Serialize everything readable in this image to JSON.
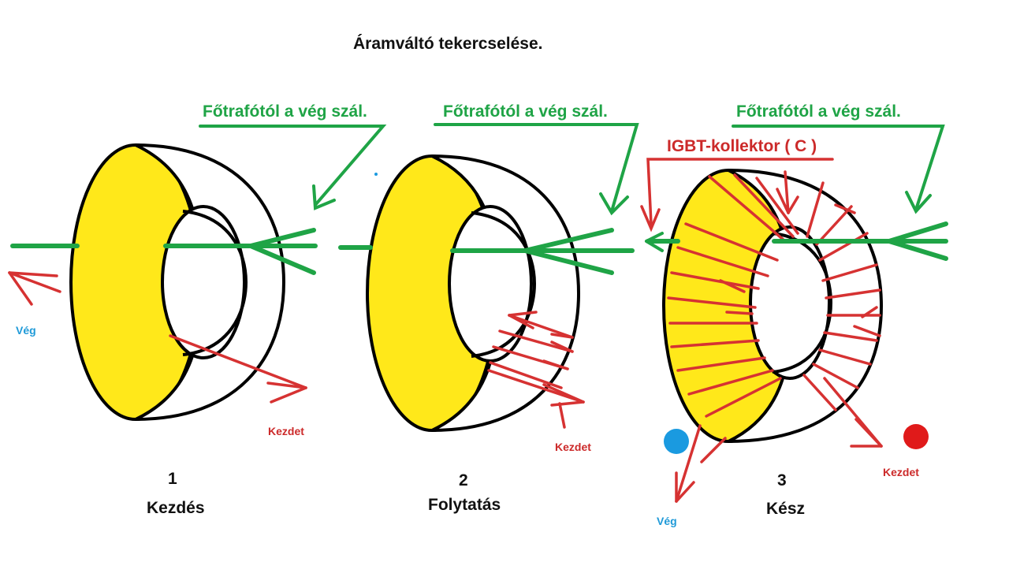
{
  "title": "Áramváltó tekercselése.",
  "panels": [
    {
      "number": "1",
      "caption": "Kezdés",
      "green_label": "Főtrafótól a vég szál.",
      "start_label": "Kezdet",
      "end_label": "Vég"
    },
    {
      "number": "2",
      "caption": "Folytatás",
      "green_label": "Főtrafótól a vég szál.",
      "start_label": "Kezdet"
    },
    {
      "number": "3",
      "caption": "Kész",
      "green_label": "Főtrafótól a vég szál.",
      "collector_label": "IGBT-kollektor ( C )",
      "start_label": "Kezdet",
      "end_label": "Vég"
    }
  ],
  "colors": {
    "core": "#ffe81a",
    "outline": "#000000",
    "primary_wire": "#1fa446",
    "winding": "#d63232",
    "end_dot": "#1a9ae0",
    "start_dot": "#e01a1a"
  }
}
